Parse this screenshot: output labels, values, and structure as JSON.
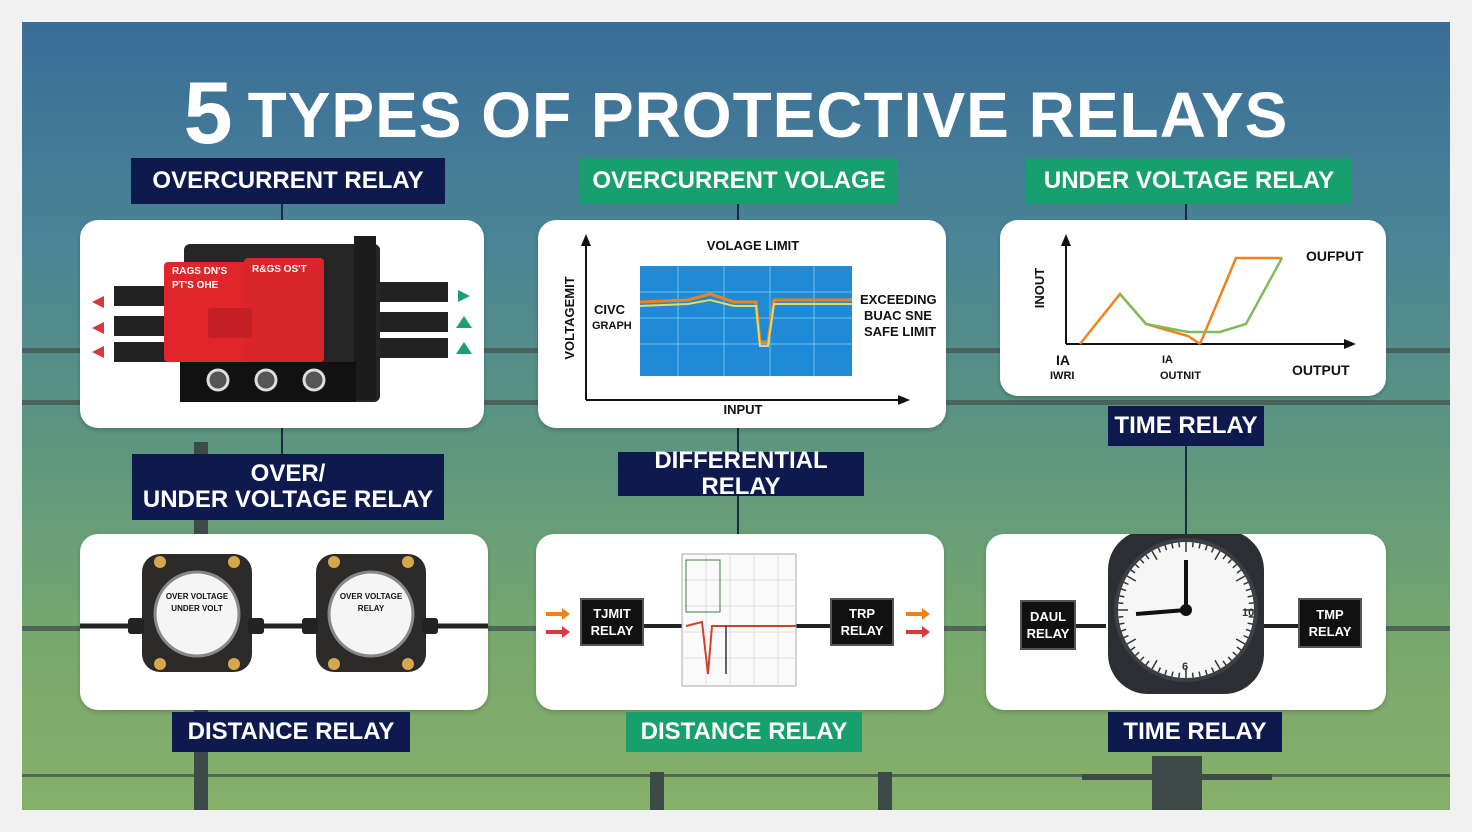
{
  "title": {
    "number": "5",
    "text": "TYPES OF PROTECTIVE RELAYS"
  },
  "labels": {
    "top_left": "OVERCURRENT RELAY",
    "top_mid": "OVERCURRENT VOLAGE",
    "top_right": "UNDER VOLTAGE RELAY",
    "mid_left_line1": "OVER/",
    "mid_left_line2": "UNDER VOLTAGE RELAY",
    "mid_center": "DIFFERENTIAL RELAY",
    "mid_right": "TIME RELAY",
    "bottom_left": "DISTANCE RELAY",
    "bottom_mid": "DISTANCE RELAY",
    "bottom_right": "TIME RELAY"
  },
  "panel1": {
    "relay_text_1": "RAGS DN'S",
    "relay_text_2": "R&GS OS'T",
    "relay_text_3": "PT'S OHE"
  },
  "panel2": {
    "graph_title": "VOLAGE LIMIT",
    "y_label": "VOLTAGEMIT",
    "x_label": "INPUT",
    "left_text_1": "CIVC",
    "left_text_2": "GRAPH",
    "right_text_1": "EXCEEDING",
    "right_text_2": "BUAC SNE",
    "right_text_3": "SAFE LIMIT"
  },
  "panel3": {
    "y_label": "INOUT",
    "output_top": "OUFPUT",
    "output_right": "OUTPUT",
    "tick_1a": "IA",
    "tick_1b": "IWRI",
    "tick_2a": "IA",
    "tick_2b": "OUTNIT"
  },
  "panel4": {
    "dial_text_1": "OVER VOLTAGE",
    "dial_text_2": "UNDER VOLT",
    "dial_text_3": "RELAY"
  },
  "panel5": {
    "left_box_1": "TJMIT",
    "left_box_2": "RELAY",
    "right_box_1": "TRP",
    "right_box_2": "RELAY"
  },
  "panel6": {
    "left_box_1": "DAUL",
    "left_box_2": "RELAY",
    "right_box_1": "TMP",
    "right_box_2": "RELAY",
    "clock_num_right": "10",
    "clock_num_bottom": "6"
  },
  "colors": {
    "navy": "#0e1a4e",
    "green": "#17a06d",
    "relay_red": "#e0262b",
    "arrow_red": "#d9363e",
    "arrow_green": "#1f9e77",
    "arrow_orange": "#f0821e"
  }
}
